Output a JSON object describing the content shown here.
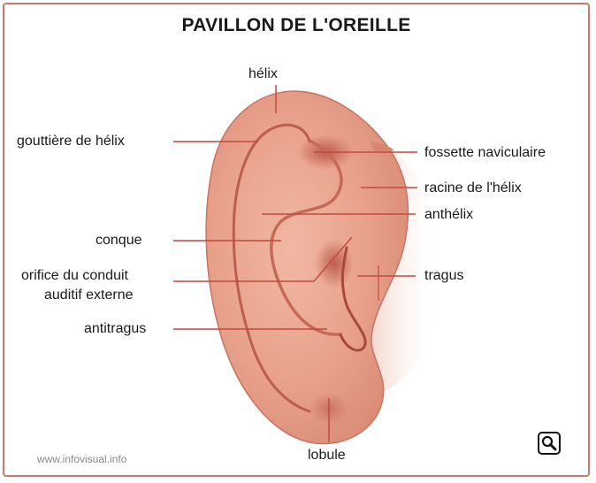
{
  "title": "PAVILLON DE L'OREILLE",
  "labels": {
    "helix": "hélix",
    "gouttiere": "gouttière de hélix",
    "fossette": "fossette naviculaire",
    "racine": "racine de l'hélix",
    "anthelix": "anthélix",
    "conque": "conque",
    "orifice_line1": "orifice du conduit",
    "orifice_line2": "auditif externe",
    "tragus": "tragus",
    "antitragus": "antitragus",
    "lobule": "lobule"
  },
  "credit": "www.infovisual.info",
  "colors": {
    "skin": "#e9a58f",
    "skin_dark": "#c9735f",
    "leader": "#c24a3e",
    "frame": "#c77a72"
  },
  "icons": {
    "zoom": "magnifier-icon"
  }
}
